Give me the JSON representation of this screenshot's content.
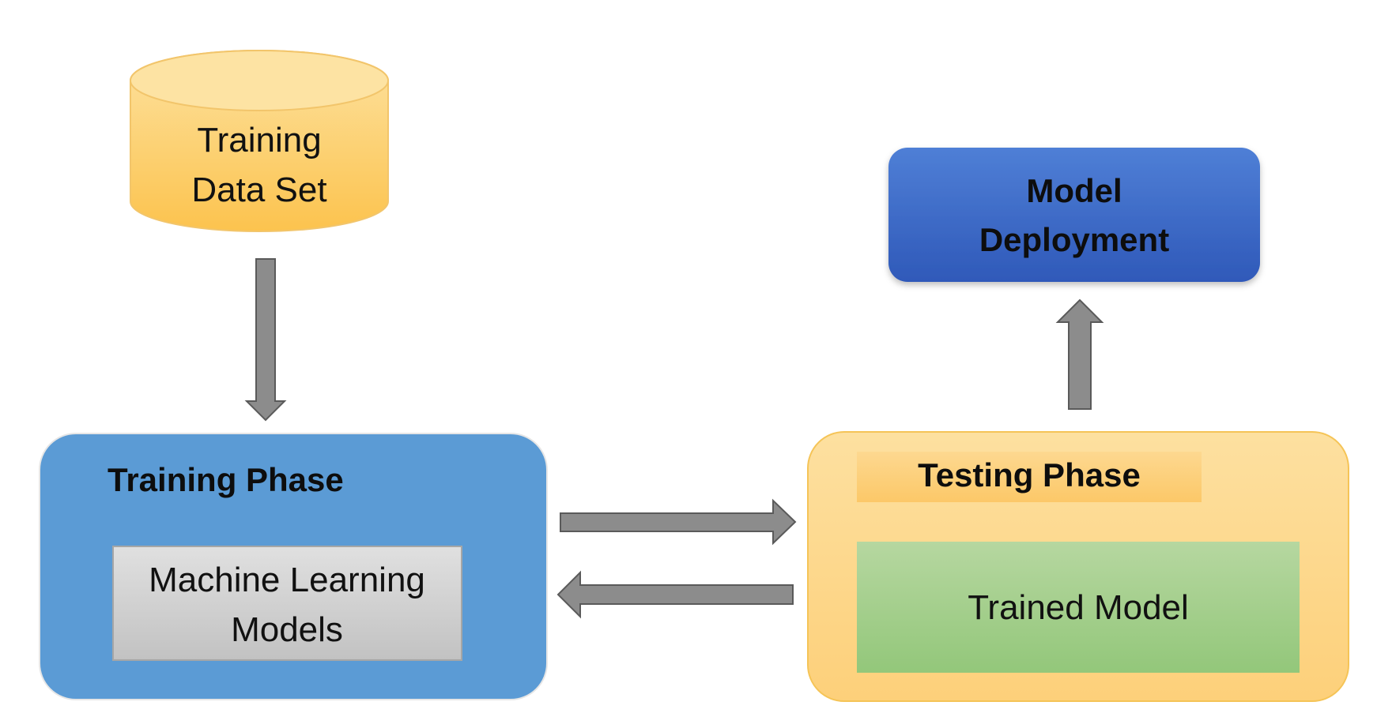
{
  "nodes": {
    "training_data_set": {
      "line1": "Training",
      "line2": "Data Set"
    },
    "model_deployment": {
      "line1": "Model",
      "line2": "Deployment"
    },
    "training_phase": {
      "title": "Training Phase",
      "inner_line1": "Machine Learning",
      "inner_line2": "Models"
    },
    "testing_phase": {
      "title": "Testing Phase",
      "inner": "Trained Model"
    }
  },
  "colors": {
    "cylinder_fill": "#fcc957",
    "cylinder_top": "#fde3a0",
    "deployment_fill": "#3763c2",
    "training_fill": "#5b9bd5",
    "ml_box_fill": "#d0d0d0",
    "testing_fill": "#fdd98a",
    "trained_fill": "#a9d18e",
    "arrow_fill": "#8c8c8c",
    "arrow_stroke": "#5a5a5a"
  }
}
